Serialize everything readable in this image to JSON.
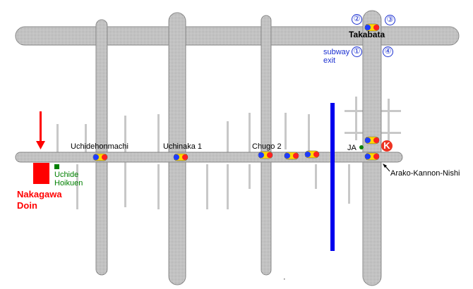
{
  "colors": {
    "road": "#c0c0c0",
    "minor_road": "#c8c8c8",
    "river": "#0000ee",
    "destination": "#ff0000",
    "station_blue": "#1e3cff",
    "station_yellow": "#ffd700",
    "station_red": "#ff2020",
    "kindergarten": "#008000",
    "kmark": "#ee3322"
  },
  "labels": {
    "takabata": "Takabata",
    "subway_exit": [
      "subway",
      "exit"
    ],
    "exit_numbers": [
      "②",
      "③",
      "①",
      "④"
    ],
    "uchidehonmachi": "Uchidehonmachi",
    "uchinaka": "Uchinaka 1",
    "chugo": "Chugo 2",
    "ja": "JA",
    "kmark": "K",
    "arako": "Arako-Kannon-Nishi",
    "uchide_hoikuen": [
      "Uchide",
      "Hoikuen"
    ],
    "nakagawa_doin": [
      "Nakagawa",
      "Doin"
    ],
    "stray_mark": "·"
  },
  "icons": [
    "destination-arrow-icon",
    "bus-stop-icon",
    "kindergarten-icon",
    "k-mark-icon"
  ]
}
